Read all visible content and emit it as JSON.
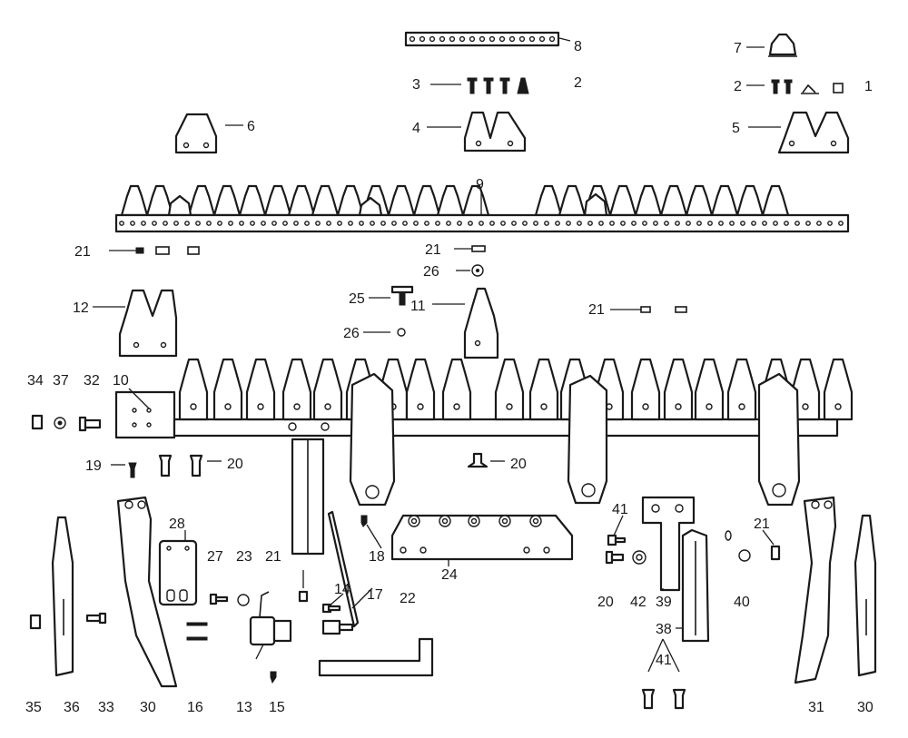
{
  "diagram": {
    "labels": [
      {
        "id": "l8",
        "text": "8"
      },
      {
        "id": "l7",
        "text": "7"
      },
      {
        "id": "l3a",
        "text": "3"
      },
      {
        "id": "l2a",
        "text": "2"
      },
      {
        "id": "l2b",
        "text": "2"
      },
      {
        "id": "l1",
        "text": "1"
      },
      {
        "id": "l6",
        "text": "6"
      },
      {
        "id": "l4",
        "text": "4"
      },
      {
        "id": "l5",
        "text": "5"
      },
      {
        "id": "l9",
        "text": "9"
      },
      {
        "id": "l21a",
        "text": "21"
      },
      {
        "id": "l21b",
        "text": "21"
      },
      {
        "id": "l26a",
        "text": "26"
      },
      {
        "id": "l25",
        "text": "25"
      },
      {
        "id": "l12",
        "text": "12"
      },
      {
        "id": "l11",
        "text": "11"
      },
      {
        "id": "l21c",
        "text": "21"
      },
      {
        "id": "l26b",
        "text": "26"
      },
      {
        "id": "l34",
        "text": "34"
      },
      {
        "id": "l37",
        "text": "37"
      },
      {
        "id": "l32",
        "text": "32"
      },
      {
        "id": "l10",
        "text": "10"
      },
      {
        "id": "l19",
        "text": "19"
      },
      {
        "id": "l20a",
        "text": "20"
      },
      {
        "id": "l20b",
        "text": "20"
      },
      {
        "id": "l28",
        "text": "28"
      },
      {
        "id": "l27",
        "text": "27"
      },
      {
        "id": "l23",
        "text": "23"
      },
      {
        "id": "l21d",
        "text": "21"
      },
      {
        "id": "l18",
        "text": "18"
      },
      {
        "id": "l24",
        "text": "24"
      },
      {
        "id": "l41a",
        "text": "41"
      },
      {
        "id": "l20c",
        "text": "20"
      },
      {
        "id": "l42",
        "text": "42"
      },
      {
        "id": "l39",
        "text": "39"
      },
      {
        "id": "l38",
        "text": "38"
      },
      {
        "id": "l40",
        "text": "40"
      },
      {
        "id": "l21e",
        "text": "21"
      },
      {
        "id": "l14",
        "text": "14"
      },
      {
        "id": "l17",
        "text": "17"
      },
      {
        "id": "l22",
        "text": "22"
      },
      {
        "id": "l35",
        "text": "35"
      },
      {
        "id": "l36",
        "text": "36"
      },
      {
        "id": "l33",
        "text": "33"
      },
      {
        "id": "l30a",
        "text": "30"
      },
      {
        "id": "l16",
        "text": "16"
      },
      {
        "id": "l13",
        "text": "13"
      },
      {
        "id": "l15",
        "text": "15"
      },
      {
        "id": "l41b",
        "text": "41"
      },
      {
        "id": "l31",
        "text": "31"
      },
      {
        "id": "l30b",
        "text": "30"
      }
    ]
  }
}
